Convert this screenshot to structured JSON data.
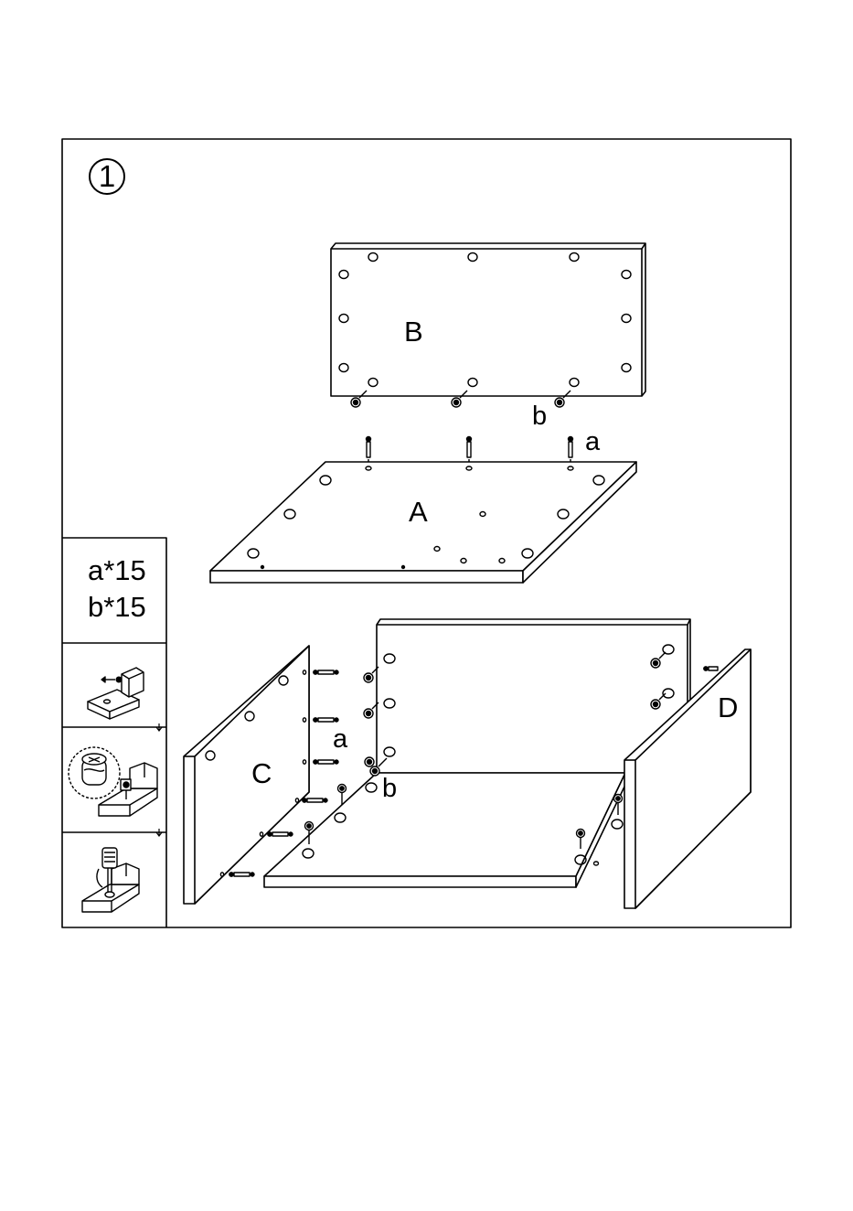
{
  "step": {
    "number": "1"
  },
  "parts": {
    "top": "B",
    "bottom": "A",
    "left_side": "C",
    "right_side": "D"
  },
  "hardware": {
    "dowel": "a",
    "cam_lock": "b"
  },
  "legend": {
    "line1": "a*15",
    "line2": "b*15"
  },
  "icons": [
    "down-arrow-icon",
    "down-arrow-icon"
  ]
}
